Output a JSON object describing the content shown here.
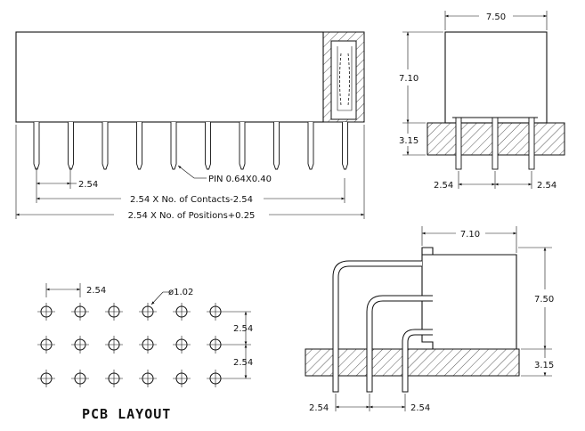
{
  "front_view": {
    "pin_spec": "PIN 0.64X0.40",
    "pitch_label": "2.54",
    "contacts_formula": "2.54 X No. of Contacts-2.54",
    "positions_formula": "2.54 X No. of Positions+0.25"
  },
  "side_view": {
    "width": "7.50",
    "height": "7.10",
    "board": "3.15",
    "pitch_left": "2.54",
    "pitch_right": "2.54"
  },
  "pcb_layout": {
    "pitch_x": "2.54",
    "hole_dia": "ø1.02",
    "pitch_y1": "2.54",
    "pitch_y2": "2.54",
    "title": "PCB LAYOUT"
  },
  "right_angle_view": {
    "depth": "7.10",
    "height": "7.50",
    "board": "3.15",
    "pitch_left": "2.54",
    "pitch_right": "2.54"
  }
}
